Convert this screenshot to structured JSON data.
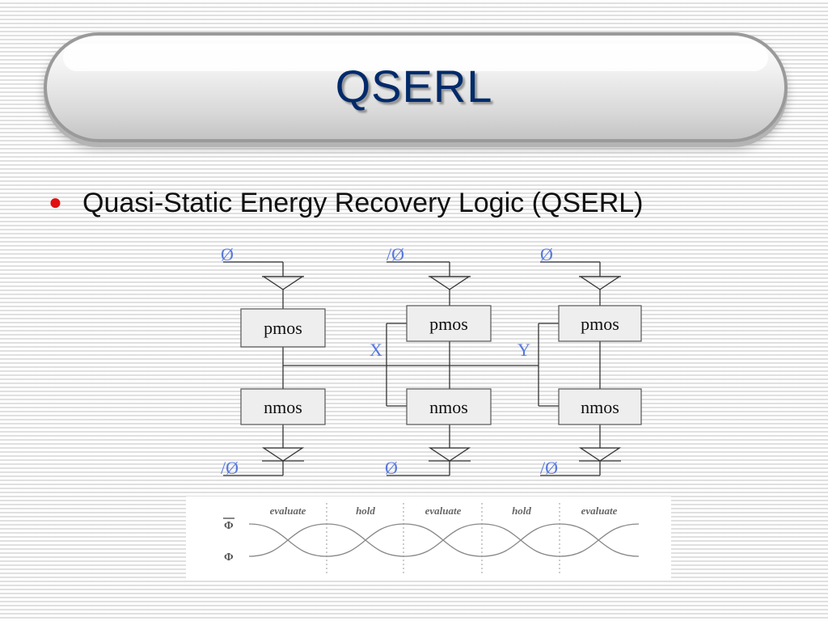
{
  "slide": {
    "title": "QSERL",
    "bullet": "Quasi-Static Energy Recovery Logic (QSERL)"
  },
  "circuit": {
    "stage1": {
      "top_clock": "Ø",
      "pull_up": "pmos",
      "pull_down": "nmos",
      "bottom_clock": "/Ø"
    },
    "stage2": {
      "top_clock": "/Ø",
      "pull_up": "pmos",
      "pull_down": "nmos",
      "bottom_clock": "Ø"
    },
    "stage3": {
      "top_clock": "Ø",
      "pull_up": "pmos",
      "pull_down": "nmos",
      "bottom_clock": "/Ø"
    },
    "node_x": "X",
    "node_y": "Y"
  },
  "waveform": {
    "phase_labels": [
      "evaluate",
      "hold",
      "evaluate",
      "hold",
      "evaluate"
    ],
    "signal_top": "Φ",
    "signal_bottom": "Φ"
  },
  "colors": {
    "title": "#002a6a",
    "bullet": "#e01010",
    "clock_label": "#5577dd"
  }
}
